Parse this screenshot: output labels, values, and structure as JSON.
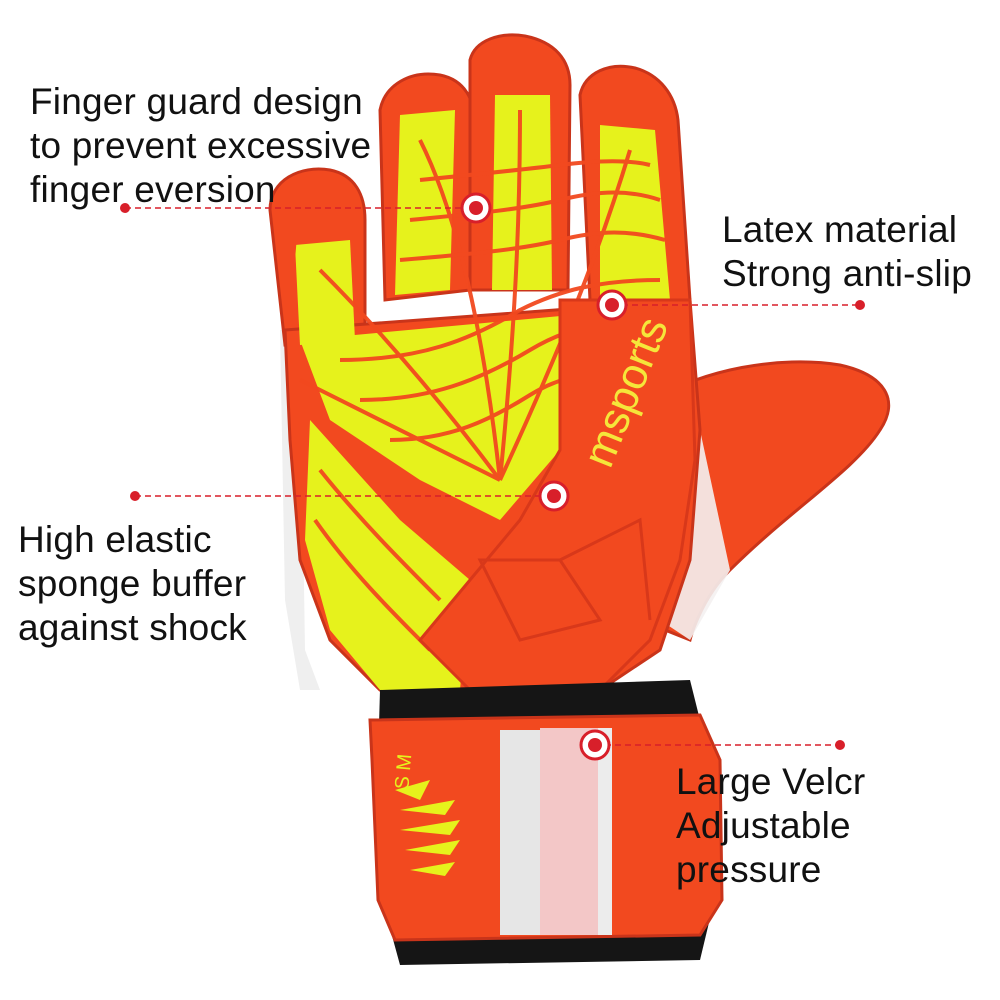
{
  "colors": {
    "glove_orange": "#f2491f",
    "glove_orange_dark": "#d8381a",
    "grip_yellow": "#e6f21c",
    "strap_black": "#151515",
    "velcro_white": "#e6e6e6",
    "velcro_pink": "#f3c7c7",
    "marker_red": "#d81f2a",
    "text": "#111111"
  },
  "product": {
    "brand_print": "msports",
    "strap_print": "S M"
  },
  "callouts": [
    {
      "lines": [
        "Finger guard design",
        "to prevent excessive",
        "finger eversion"
      ]
    },
    {
      "lines": [
        "Latex material",
        "Strong anti-slip"
      ]
    },
    {
      "lines": [
        "High elastic",
        "sponge buffer",
        "against shock"
      ]
    },
    {
      "lines": [
        "Large Velcr",
        "Adjustable",
        "pressure"
      ]
    }
  ]
}
